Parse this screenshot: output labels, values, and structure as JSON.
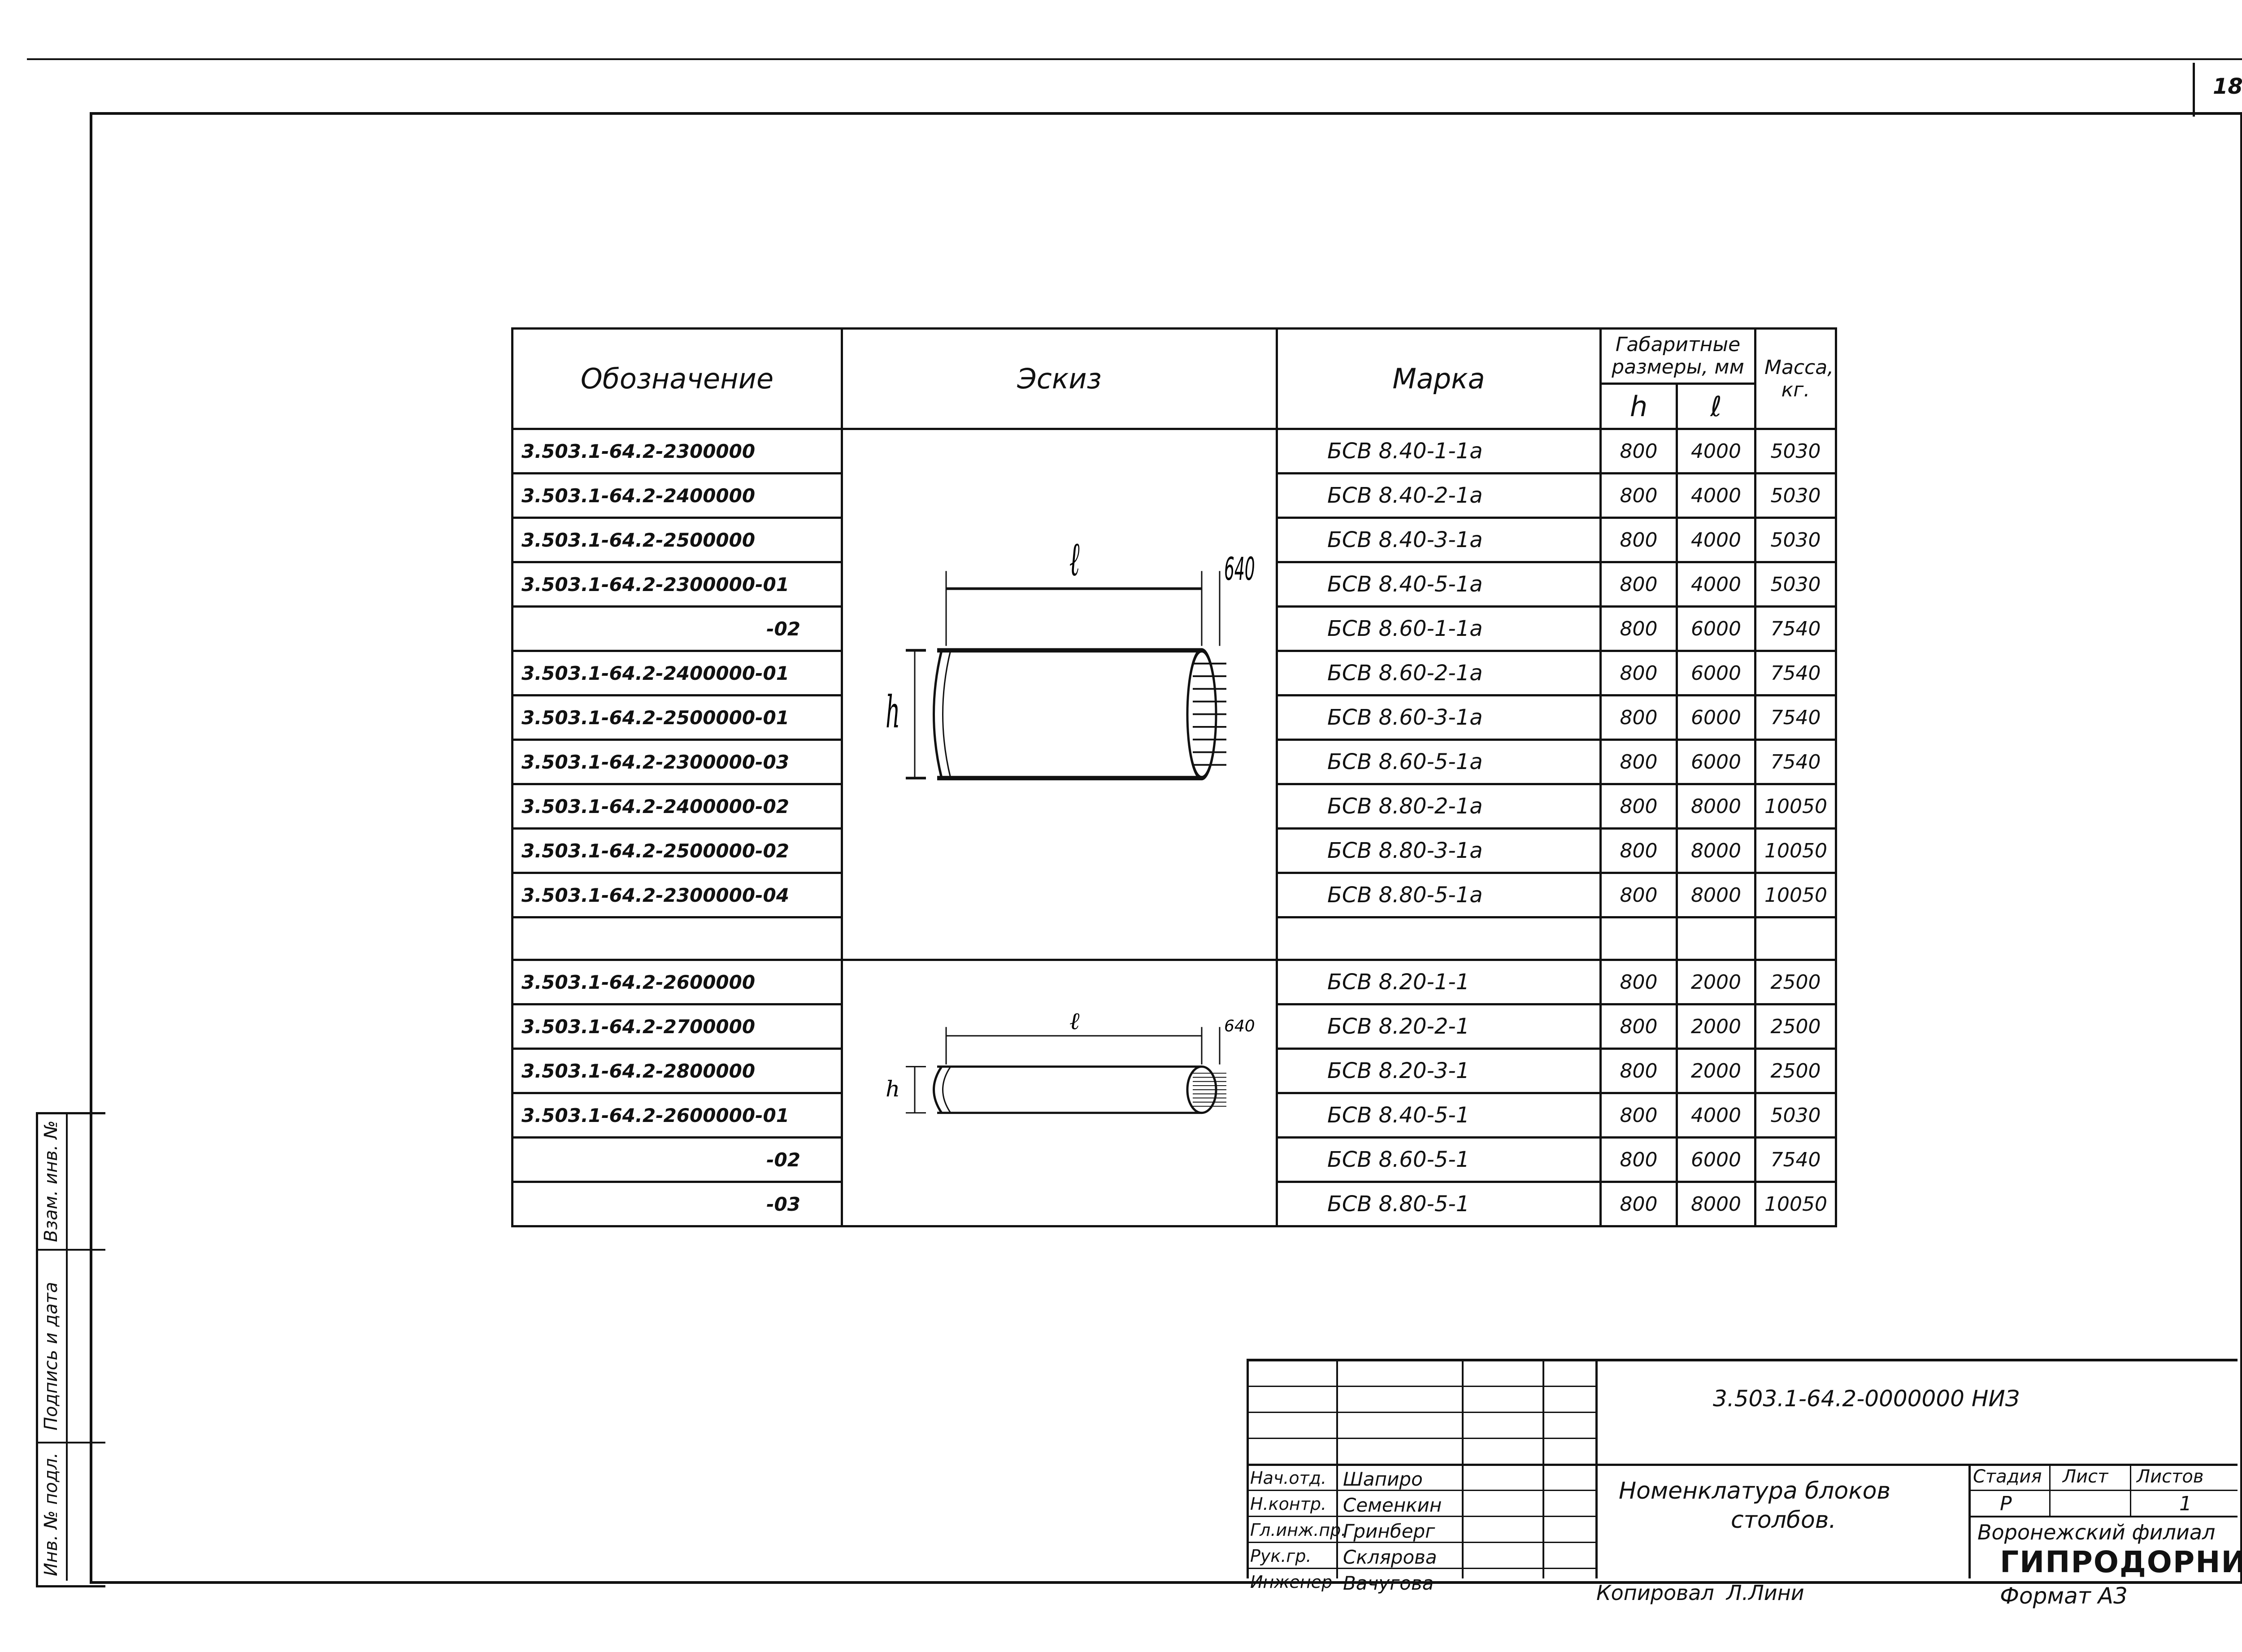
{
  "page_number": "18",
  "table": {
    "headers": {
      "designation": "Обозначение",
      "sketch": "Эскиз",
      "mark": "Марка",
      "dims_line1": "Габаритные",
      "dims_line2": "размеры, мм",
      "mass_line1": "Масса,",
      "mass_line2": "кг.",
      "h": "h",
      "l": "ℓ"
    },
    "group1": [
      {
        "designation": "3.503.1-64.2-2300000",
        "mark": "БСВ 8.40-1-1а",
        "h": "800",
        "l": "4000",
        "mass": "5030"
      },
      {
        "designation": "3.503.1-64.2-2400000",
        "mark": "БСВ 8.40-2-1а",
        "h": "800",
        "l": "4000",
        "mass": "5030"
      },
      {
        "designation": "3.503.1-64.2-2500000",
        "mark": "БСВ 8.40-3-1а",
        "h": "800",
        "l": "4000",
        "mass": "5030"
      },
      {
        "designation": "3.503.1-64.2-2300000-01",
        "mark": "БСВ 8.40-5-1а",
        "h": "800",
        "l": "4000",
        "mass": "5030"
      },
      {
        "designation": "-02",
        "mark": "БСВ 8.60-1-1а",
        "h": "800",
        "l": "6000",
        "mass": "7540"
      },
      {
        "designation": "3.503.1-64.2-2400000-01",
        "mark": "БСВ 8.60-2-1а",
        "h": "800",
        "l": "6000",
        "mass": "7540"
      },
      {
        "designation": "3.503.1-64.2-2500000-01",
        "mark": "БСВ 8.60-3-1а",
        "h": "800",
        "l": "6000",
        "mass": "7540"
      },
      {
        "designation": "3.503.1-64.2-2300000-03",
        "mark": "БСВ 8.60-5-1а",
        "h": "800",
        "l": "6000",
        "mass": "7540"
      },
      {
        "designation": "3.503.1-64.2-2400000-02",
        "mark": "БСВ 8.80-2-1а",
        "h": "800",
        "l": "8000",
        "mass": "10050"
      },
      {
        "designation": "3.503.1-64.2-2500000-02",
        "mark": "БСВ 8.80-3-1а",
        "h": "800",
        "l": "8000",
        "mass": "10050"
      },
      {
        "designation": "3.503.1-64.2-2300000-04",
        "mark": "БСВ 8.80-5-1а",
        "h": "800",
        "l": "8000",
        "mass": "10050"
      }
    ],
    "group2": [
      {
        "designation": "3.503.1-64.2-2600000",
        "mark": "БСВ 8.20-1-1",
        "h": "800",
        "l": "2000",
        "mass": "2500"
      },
      {
        "designation": "3.503.1-64.2-2700000",
        "mark": "БСВ 8.20-2-1",
        "h": "800",
        "l": "2000",
        "mass": "2500"
      },
      {
        "designation": "3.503.1-64.2-2800000",
        "mark": "БСВ 8.20-3-1",
        "h": "800",
        "l": "2000",
        "mass": "2500"
      },
      {
        "designation": "3.503.1-64.2-2600000-01",
        "mark": "БСВ 8.40-5-1",
        "h": "800",
        "l": "4000",
        "mass": "5030"
      },
      {
        "designation": "-02",
        "mark": "БСВ 8.60-5-1",
        "h": "800",
        "l": "6000",
        "mass": "7540"
      },
      {
        "designation": "-03",
        "mark": "БСВ 8.80-5-1",
        "h": "800",
        "l": "8000",
        "mass": "10050"
      }
    ],
    "sketch_labels": {
      "l": "ℓ",
      "h": "h",
      "dia": "640"
    }
  },
  "title_block": {
    "document_code": "3.503.1-64.2-0000000 НИЗ",
    "title_line1": "Номенклатура   блоков",
    "title_line2": "столбов.",
    "stage_header": "Стадия",
    "sheet_header": "Лист",
    "sheets_header": "Листов",
    "stage_value": "Р",
    "sheets_value": "1",
    "org_line1": "Воронежский филиал",
    "org_line2": "ГИПРОДОРНИИ",
    "roles": [
      {
        "role": "Нач.отд.",
        "name": "Шапиро"
      },
      {
        "role": "Н.контр.",
        "name": "Семенкин"
      },
      {
        "role": "Гл.инж.пр.",
        "name": "Гринберг"
      },
      {
        "role": "Рук.гр.",
        "name": "Склярова"
      },
      {
        "role": "Инженер",
        "name": "Вачугова"
      }
    ],
    "copied_by": "Копировал",
    "copied_name": "Л.Лини",
    "format": "Формат   А3"
  },
  "side_stamp": {
    "inv_original": "Инв. № подл.",
    "signature_date": "Подпись и дата",
    "replace_inv": "Взам. инв. №"
  }
}
